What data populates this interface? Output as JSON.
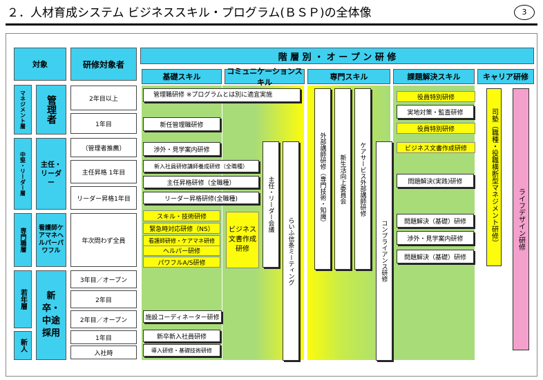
{
  "header": {
    "title": "２．人材育成システム ビジネススキル・プログラム(ＢＳＰ)の全体像",
    "page_number": "3"
  },
  "left_headers": {
    "target": "対象",
    "target_group": "研修対象者"
  },
  "categories": {
    "management_layer": "マネジメント層",
    "middle_leader_layer": "中堅・リーダー層",
    "specialist_layer": "専門職層",
    "young_layer": "若年層",
    "new_hire": "新人"
  },
  "groups": {
    "manager": "管理者",
    "chief_leader": "主任・リーダー",
    "specialist_group": "看護師ケアマネヘルパーパワフル",
    "new_mid_career": "新卒・中途採用"
  },
  "targets": {
    "t1": "2年目以上",
    "t2": "1年目",
    "t3": "（管理者推薦）",
    "t4": "主任昇格 1年目",
    "t5": "リーダー昇格1年目",
    "t6": "年次問わず全員",
    "t7": "3年目／オープン",
    "t8": "2年目",
    "t9": "2年目／オープン",
    "t10": "1年目",
    "t11": "入社時"
  },
  "banner": "階 層 別 ・ オ ー プ ン 研 修",
  "columns": {
    "basic": "基礎スキル",
    "communication": "コミュニケーションスキル",
    "specialist": "専門スキル",
    "problem": "課題解決スキル",
    "career": "キャリア研修"
  },
  "basic_programs": {
    "p1": "管理職研修 ※プログラムとは別に適宜実施",
    "p2": "新任管理職研修",
    "p3": "渉外・見学案内研修",
    "p4": "新入社員研修講師養成研修（全職種）",
    "p5": "主任昇格研修（全職種）",
    "p6": "リーダー昇格研修(全職種)",
    "p7": "スキル・技術研修",
    "p8": "緊急時対応研修（NS）",
    "p9": "看護師研修・ケアマネ研修",
    "p10": "ヘルパー研修",
    "p11": "パワフルA/S研修",
    "p12": "施設コーディネーター研修",
    "p13": "新卒新入社員研修",
    "p14": "導入研修・基礎技術研修"
  },
  "comm_programs": {
    "business_doc": "ビジネス文書作成研修",
    "chief_leader_meeting": "主任・リーダー会議",
    "raishin_meeting": "らいふ信条ミーティング"
  },
  "special_programs": {
    "external": "外部講師研修（専門技術・知識）",
    "life_committee": "新生活向上委員会",
    "care_service": "ケアサービス外部講師研修",
    "compliance": "コンプライアンス研修"
  },
  "problem_programs": {
    "q1": "役員特別研修",
    "q2": "実地対策・監査研修",
    "q3": "役員特別研修",
    "q4": "ビジネス文書作成研修",
    "q5": "問題解決(実践)研修",
    "q6": "問題解決（基礎）研修",
    "q7": "渉外・見学案内研修",
    "q8": "問題解決（基礎）研修"
  },
  "career_programs": {
    "juku": "司塾（職種・役職横断型マネジメント研修）",
    "life_design": "ライフデザイン研修"
  }
}
